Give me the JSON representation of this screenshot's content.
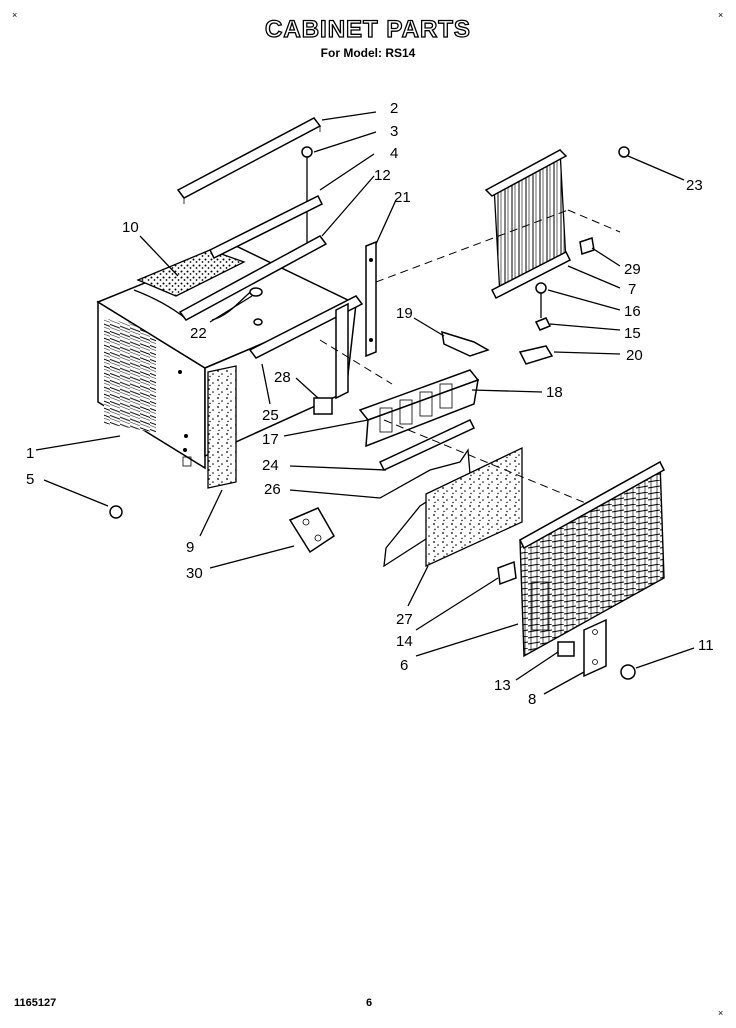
{
  "header": {
    "title": "CABINET PARTS",
    "subtitle": "For Model: RS14"
  },
  "footer": {
    "part_number": "1165127",
    "page_number": "6"
  },
  "corner_marks": [
    "×",
    "×",
    "×"
  ],
  "callouts": [
    {
      "id": "c2",
      "label": "2"
    },
    {
      "id": "c3",
      "label": "3"
    },
    {
      "id": "c4",
      "label": "4"
    },
    {
      "id": "c12",
      "label": "12"
    },
    {
      "id": "c21",
      "label": "21"
    },
    {
      "id": "c10",
      "label": "10"
    },
    {
      "id": "c22",
      "label": "22"
    },
    {
      "id": "c23",
      "label": "23"
    },
    {
      "id": "c29",
      "label": "29"
    },
    {
      "id": "c7",
      "label": "7"
    },
    {
      "id": "c16",
      "label": "16"
    },
    {
      "id": "c15",
      "label": "15"
    },
    {
      "id": "c19",
      "label": "19"
    },
    {
      "id": "c20",
      "label": "20"
    },
    {
      "id": "c28",
      "label": "28"
    },
    {
      "id": "c18",
      "label": "18"
    },
    {
      "id": "c25",
      "label": "25"
    },
    {
      "id": "c17",
      "label": "17"
    },
    {
      "id": "c1",
      "label": "1"
    },
    {
      "id": "c24",
      "label": "24"
    },
    {
      "id": "c5",
      "label": "5"
    },
    {
      "id": "c26",
      "label": "26"
    },
    {
      "id": "c9",
      "label": "9"
    },
    {
      "id": "c30",
      "label": "30"
    },
    {
      "id": "c27",
      "label": "27"
    },
    {
      "id": "c14",
      "label": "14"
    },
    {
      "id": "c11",
      "label": "11"
    },
    {
      "id": "c6",
      "label": "6"
    },
    {
      "id": "c13",
      "label": "13"
    },
    {
      "id": "c8",
      "label": "8"
    }
  ]
}
